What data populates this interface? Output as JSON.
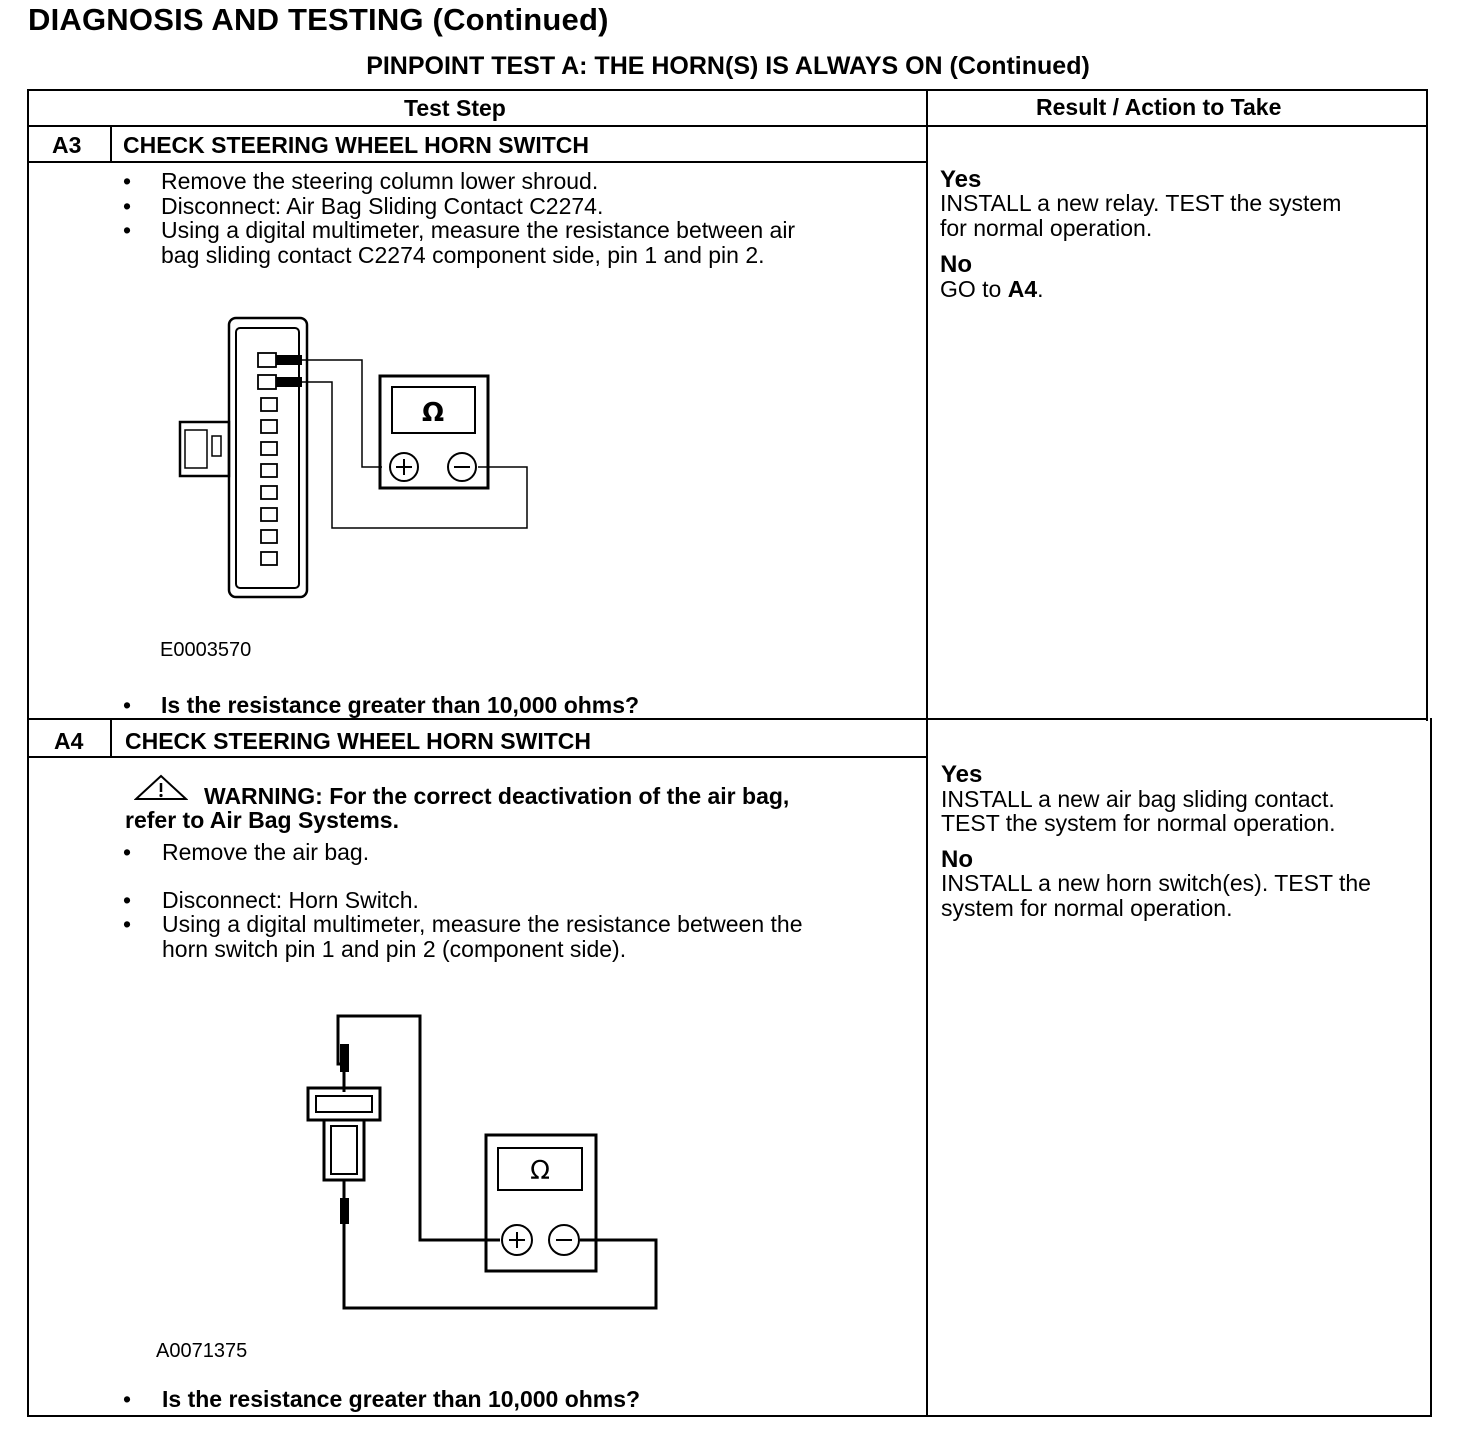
{
  "page_title": "DIAGNOSIS AND TESTING (Continued)",
  "subtitle": "PINPOINT TEST A: THE HORN(S) IS ALWAYS ON (Continued)",
  "columns": {
    "test_step": "Test Step",
    "result": "Result / Action to Take"
  },
  "a3": {
    "id": "A3",
    "title": "CHECK STEERING WHEEL HORN SWITCH",
    "steps": [
      "Remove the steering column lower shroud.",
      "Disconnect: Air Bag Sliding Contact C2274.",
      "Using a digital multimeter, measure the resistance between air",
      "bag sliding contact C2274 component side, pin 1 and pin 2."
    ],
    "figure_id": "E0003570",
    "meter_symbol": "Ω",
    "question": "Is the resistance greater than 10,000 ohms?",
    "yes_label": "Yes",
    "yes_lines": [
      "INSTALL a new relay. TEST the system",
      "for normal operation."
    ],
    "no_label": "No",
    "no_prefix": "GO to ",
    "no_target": "A4",
    "no_suffix": "."
  },
  "a4": {
    "id": "A4",
    "title": "CHECK STEERING WHEEL HORN SWITCH",
    "warning_line1": "WARNING: For the correct deactivation of the air bag,",
    "warning_line2": "refer to Air Bag Systems.",
    "steps": [
      "Remove the air bag.",
      "Disconnect: Horn Switch.",
      "Using a digital multimeter, measure the resistance between the",
      "horn switch pin 1 and pin 2 (component side)."
    ],
    "figure_id": "A0071375",
    "meter_symbol": "Ω",
    "question": "Is the resistance greater than 10,000 ohms?",
    "yes_label": "Yes",
    "yes_lines": [
      "INSTALL a new air bag sliding contact.",
      "TEST the system for normal operation."
    ],
    "no_label": "No",
    "no_lines": [
      "INSTALL a new horn switch(es). TEST the",
      "system for normal operation."
    ]
  },
  "icons": [
    "warning-triangle-icon",
    "multimeter-icon",
    "connector-icon",
    "horn-switch-icon"
  ]
}
